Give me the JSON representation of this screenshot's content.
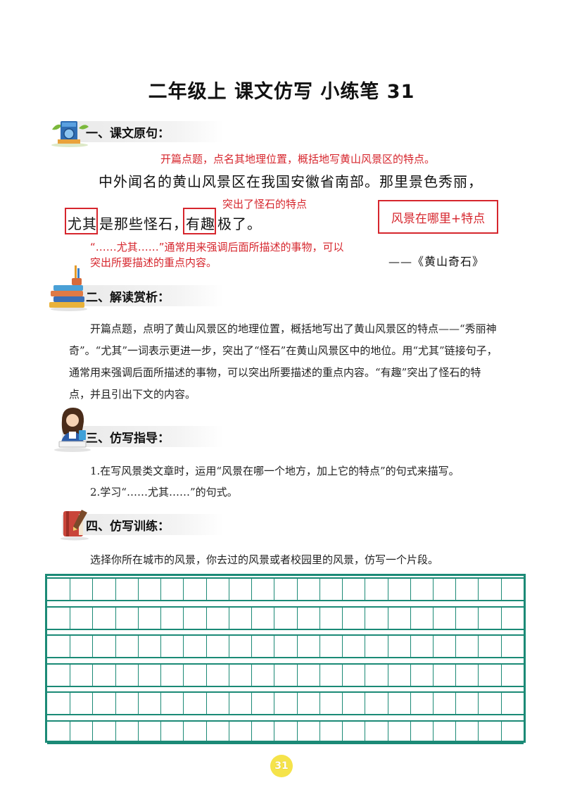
{
  "title": "二年级上  课文仿写  小练笔 31",
  "sections": {
    "s1": {
      "label": "一、课文原句：",
      "icon": "globe-books-icon"
    },
    "s2": {
      "label": "二、解读赏析：",
      "icon": "book-stack-icon"
    },
    "s3": {
      "label": "三、仿写指导：",
      "icon": "teacher-icon"
    },
    "s4": {
      "label": "四、仿写训练：",
      "icon": "red-book-pen-icon"
    }
  },
  "original": {
    "note_top": "开篇点题，点名其地理位置，概括地写黄山风景区的特点。",
    "line1": "中外闻名的黄山风景区在我国安徽省南部。那里景色秀丽，",
    "note_mid": "突出了怪石的特点",
    "line2_a": "尤其",
    "line2_b": "是那些怪石，",
    "line2_c": "有趣",
    "line2_d": "极了。",
    "box_note": "风景在哪里+特点",
    "note_bottom_1": "“……尤其……”通常用来强调后面所描述的事物，可以",
    "note_bottom_2": "突出所要描述的重点内容。",
    "source": "——《黄山奇石》"
  },
  "appreciation": "开篇点题，点明了黄山风景区的地理位置，概括地写出了黄山风景区的特点——“秀丽神奇”。“尤其”一词表示更进一步，突出了“怪石”在黄山风景区中的地位。用“尤其”链接句子，通常用来强调后面所描述的事物，可以突出所要描述的重点内容。“有趣”突出了怪石的特点，并且引出下文的内容。",
  "guidance": [
    "1.在写风景类文章时，运用“风景在哪一个地方，加上它的特点”的句式来描写。",
    "2.学习“……尤其……”的句式。"
  ],
  "practice": {
    "prompt": "选择你所在城市的风景，你去过的风景或者校园里的风景，仿写一个片段。",
    "rows": 6,
    "cols": 21,
    "grid_color": "#1b8a76"
  },
  "page_number": "31",
  "colors": {
    "accent_red": "#d6262d",
    "grid_green": "#1b8a76",
    "badge_yellow": "#f5e34a"
  }
}
